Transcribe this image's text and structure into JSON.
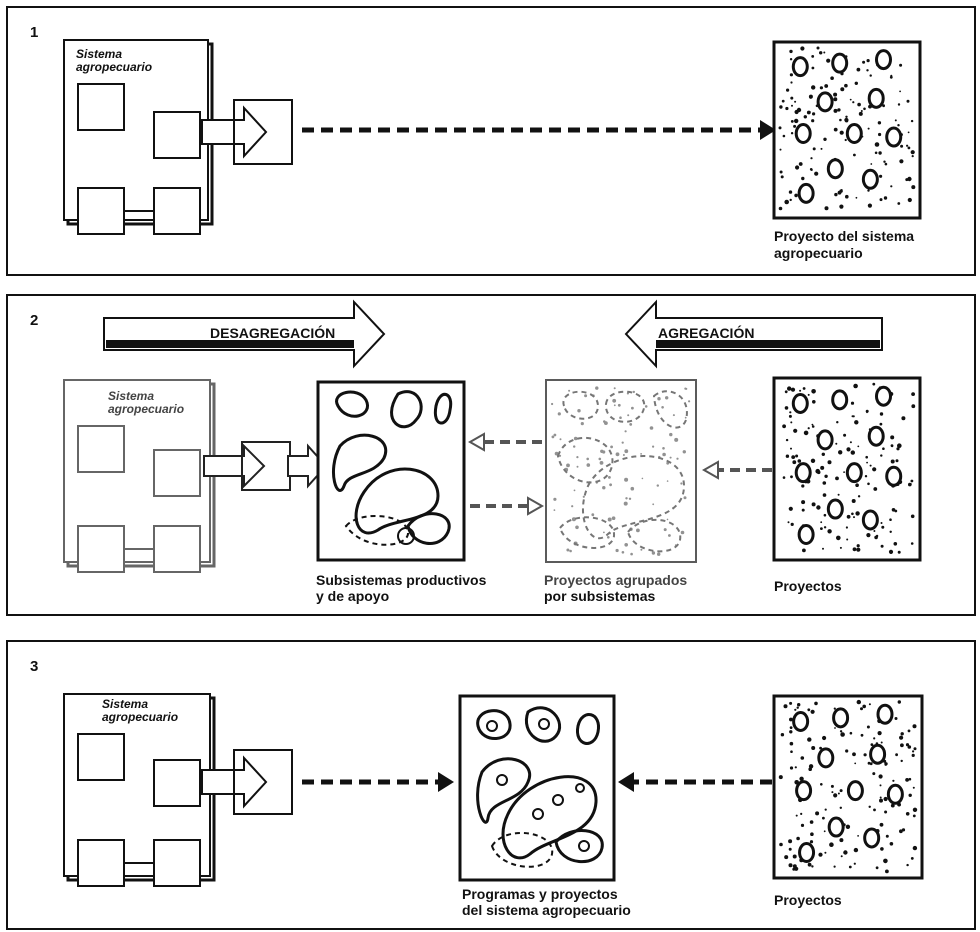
{
  "panels": [
    {
      "number": "1",
      "system_label_line1": "Sistema",
      "system_label_line2": "agropecuario",
      "caption_line1": "Proyecto del sistema",
      "caption_line2": "agropecuario"
    },
    {
      "number": "2",
      "system_label_line1": "Sistema",
      "system_label_line2": "agropecuario",
      "banner_left": "DESAGREGACIÓN",
      "banner_right": "AGREGACIÓN",
      "caption_subsystems_line1": "Subsistemas productivos",
      "caption_subsystems_line2": "y de apoyo",
      "caption_grouped_line1": "Proyectos agrupados",
      "caption_grouped_line2": "por subsistemas",
      "caption_projects": "Proyectos"
    },
    {
      "number": "3",
      "system_label_line1": "Sistema",
      "system_label_line2": "agropecuario",
      "caption_programs_line1": "Programas y proyectos",
      "caption_programs_line2": "del sistema agropecuario",
      "caption_projects": "Proyectos"
    }
  ]
}
